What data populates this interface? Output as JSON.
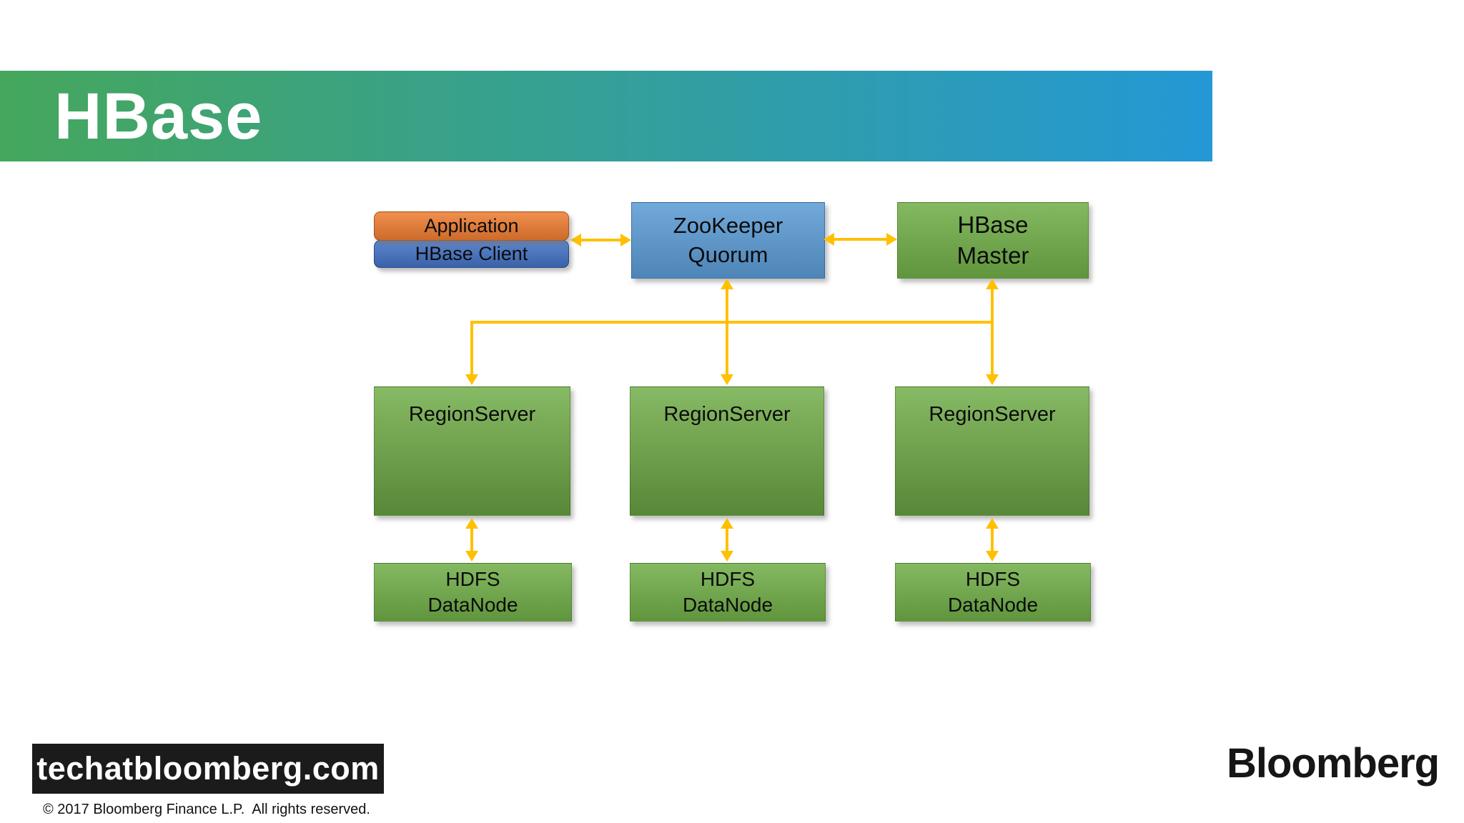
{
  "slide": {
    "title": "HBase"
  },
  "diagram": {
    "application": {
      "label": "Application"
    },
    "hbase_client": {
      "label": "HBase Client"
    },
    "zookeeper": {
      "line1": "ZooKeeper",
      "line2": "Quorum"
    },
    "hbase_master": {
      "line1": "HBase",
      "line2": "Master"
    },
    "region_servers": [
      {
        "label": "RegionServer"
      },
      {
        "label": "RegionServer"
      },
      {
        "label": "RegionServer"
      }
    ],
    "datanodes": [
      {
        "line1": "HDFS",
        "line2": "DataNode"
      },
      {
        "line1": "HDFS",
        "line2": "DataNode"
      },
      {
        "line1": "HDFS",
        "line2": "DataNode"
      }
    ]
  },
  "footer": {
    "site": "techatbloomberg.com",
    "copyright": "© 2017 Bloomberg Finance L.P.  All rights reserved.",
    "brand": "Bloomberg"
  },
  "colors": {
    "banner_green": "#45a75c",
    "banner_blue": "#2498d5",
    "box_orange": "#ed7d31",
    "box_blue_dark": "#4472c4",
    "box_blue_light": "#5b9bd5",
    "box_green": "#70ad47",
    "arrow": "#ffc000",
    "footer_bar": "#1b1b1b"
  }
}
